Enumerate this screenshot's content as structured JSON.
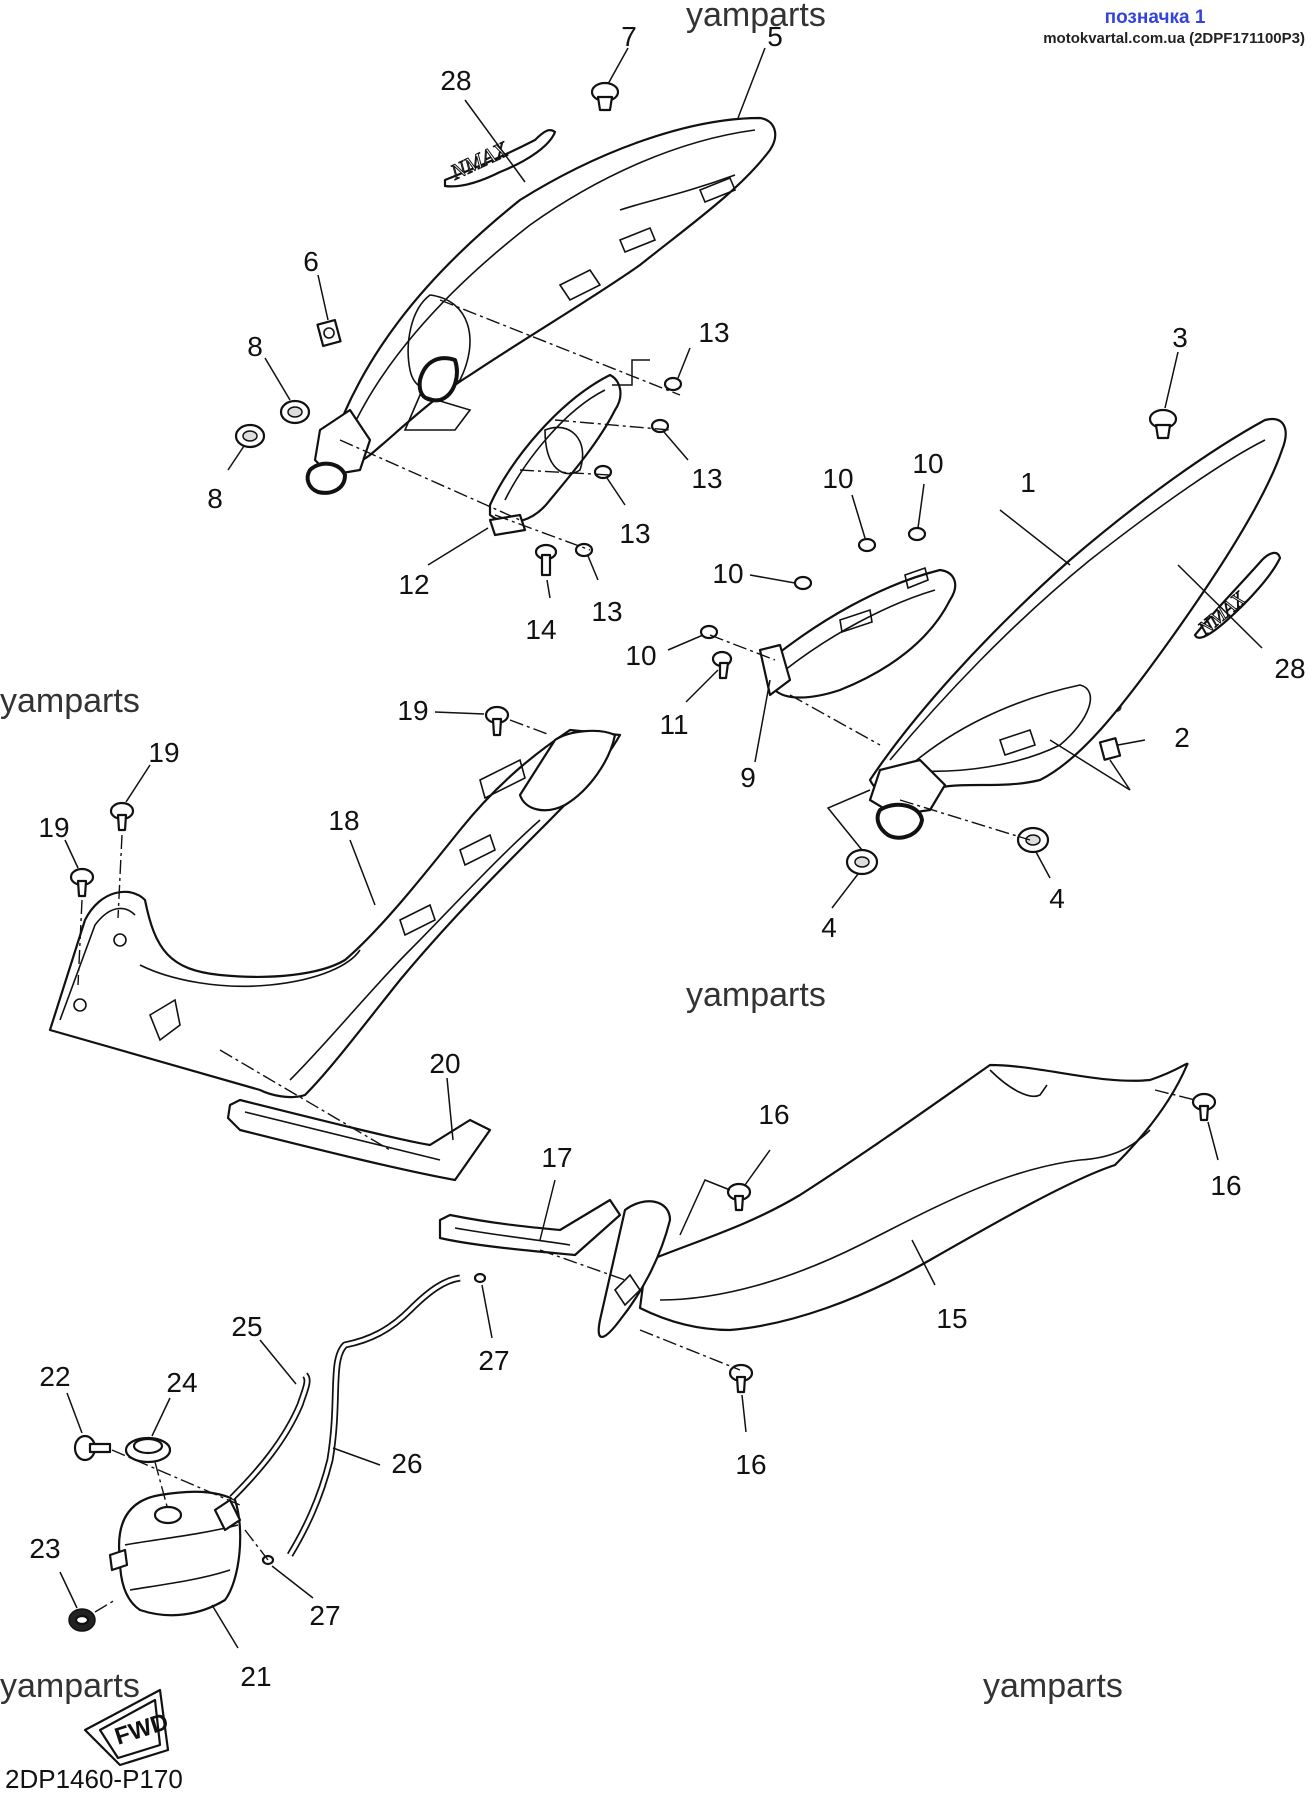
{
  "header": {
    "title": "позначка 1",
    "subtitle": "motokvartal.com.ua (2DPF171100P3)"
  },
  "watermark": "yamparts",
  "diagram_ref": "2DP1460-P170",
  "fwd_label": "FWD",
  "logo_text": "NMAX",
  "callouts": {
    "c1": "1",
    "c2": "2",
    "c3": "3",
    "c4a": "4",
    "c4b": "4",
    "c5": "5",
    "c6": "6",
    "c7": "7",
    "c8a": "8",
    "c8b": "8",
    "c9": "9",
    "c10a": "10",
    "c10b": "10",
    "c10c": "10",
    "c10d": "10",
    "c11": "11",
    "c12": "12",
    "c13a": "13",
    "c13b": "13",
    "c13c": "13",
    "c13d": "13",
    "c14": "14",
    "c15": "15",
    "c16a": "16",
    "c16b": "16",
    "c16c": "16",
    "c17": "17",
    "c18": "18",
    "c19a": "19",
    "c19b": "19",
    "c19c": "19",
    "c20": "20",
    "c21": "21",
    "c22": "22",
    "c23": "23",
    "c24": "24",
    "c25": "25",
    "c26": "26",
    "c27a": "27",
    "c27b": "27",
    "c28a": "28",
    "c28b": "28"
  }
}
